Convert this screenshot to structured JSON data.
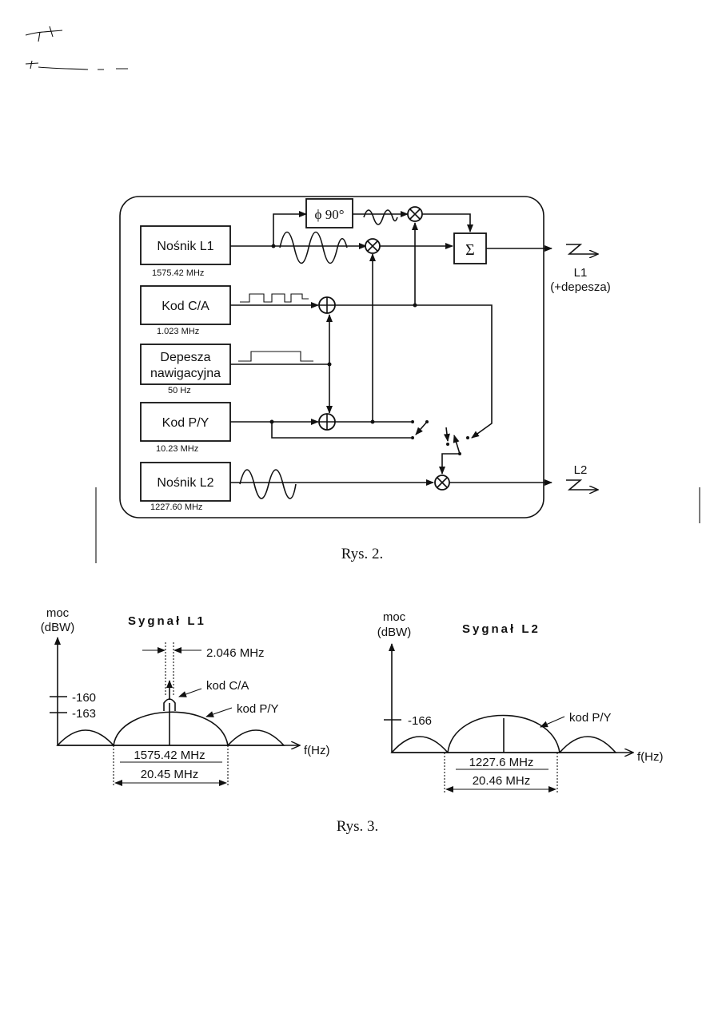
{
  "fig2": {
    "caption": "Rys. 2.",
    "blocks": {
      "l1": {
        "label": "Nośnik L1",
        "freq": "1575.42 MHz"
      },
      "ca": {
        "label": "Kod C/A",
        "freq": "1.023 MHz"
      },
      "nav": {
        "label1": "Depesza",
        "label2": "nawigacyjna",
        "freq": "50 Hz"
      },
      "py": {
        "label": "Kod P/Y",
        "freq": "10.23 MHz"
      },
      "l2": {
        "label": "Nośnik L2",
        "freq": "1227.60 MHz"
      }
    },
    "phase_shift": "ϕ 90°",
    "sum_symbol": "Σ",
    "out_l1": {
      "name": "L1",
      "note": "(+depesza)"
    },
    "out_l2": {
      "name": "L2"
    }
  },
  "fig3": {
    "caption": "Rys. 3.",
    "left": {
      "title": "Sygnał L1",
      "y_label1": "moc",
      "y_label2": "(dBW)",
      "ticks": [
        "-160",
        "-163"
      ],
      "bw_ca": "2.046 MHz",
      "ca_label": "kod C/A",
      "py_label": "kod P/Y",
      "center": "1575.42 MHz",
      "bw_py": "20.45 MHz",
      "x_label": "f(Hz)"
    },
    "right": {
      "title": "Sygnał L2",
      "y_label1": "moc",
      "y_label2": "(dBW)",
      "ticks": [
        "-166"
      ],
      "py_label": "kod P/Y",
      "center": "1227.6 MHz",
      "bw_py": "20.46 MHz",
      "x_label": "f(Hz)"
    }
  }
}
